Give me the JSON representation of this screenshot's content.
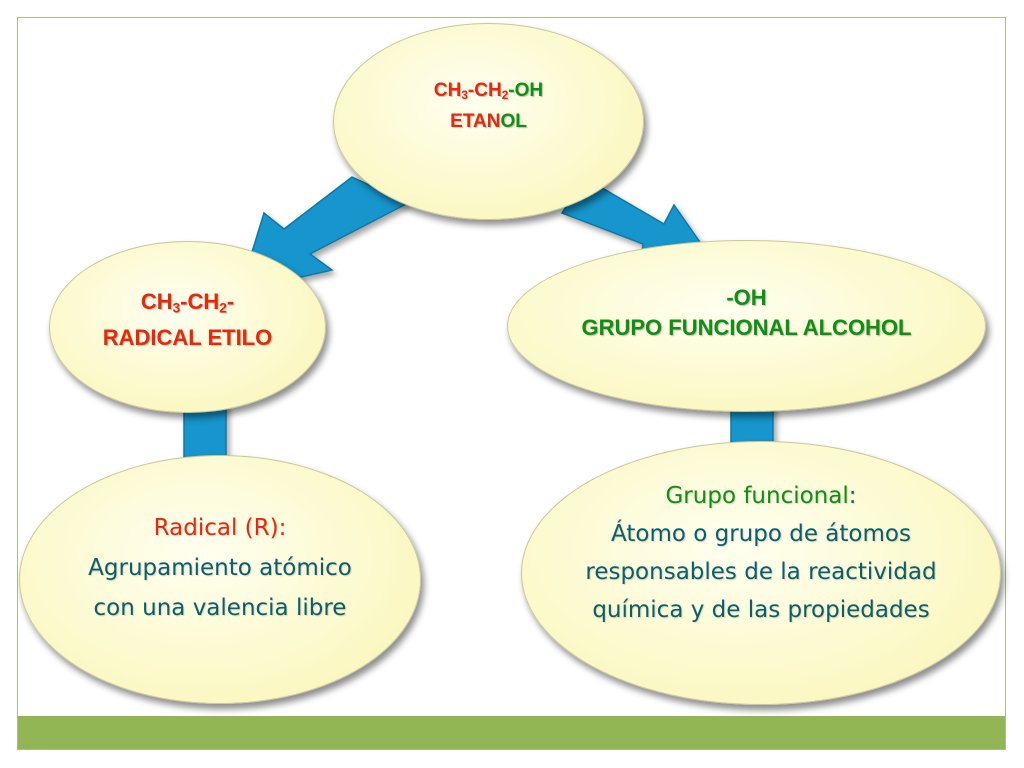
{
  "top": {
    "f_p1": "CH",
    "f_s1": "3",
    "f_p2": "-CH",
    "f_s2": "2",
    "f_p3": "-OH",
    "name_a": "ETAN",
    "name_b": "OL"
  },
  "left": {
    "f_p1": "CH",
    "f_s1": "3",
    "f_p2": "-CH",
    "f_s2": "2",
    "f_p3": "-",
    "name": "RADICAL ETILO"
  },
  "right": {
    "formula": "-OH",
    "name": "GRUPO FUNCIONAL ALCOHOL"
  },
  "bottom_left": {
    "title": "Radical (R):",
    "line1": "Agrupamiento atómico",
    "line2": "con una valencia libre"
  },
  "bottom_right": {
    "title": "Grupo funcional",
    "title_colon": ":",
    "line1": "Átomo o grupo de átomos",
    "line2": "responsables de la reactividad",
    "line3": "química y de las propiedades"
  },
  "colors": {
    "arrow": "#1896cc",
    "ellipse_fill": "#fbf8c4",
    "bar": "#92b653",
    "red": "#e8280c",
    "green": "#0f8f14",
    "teal": "#0a5f6a"
  }
}
